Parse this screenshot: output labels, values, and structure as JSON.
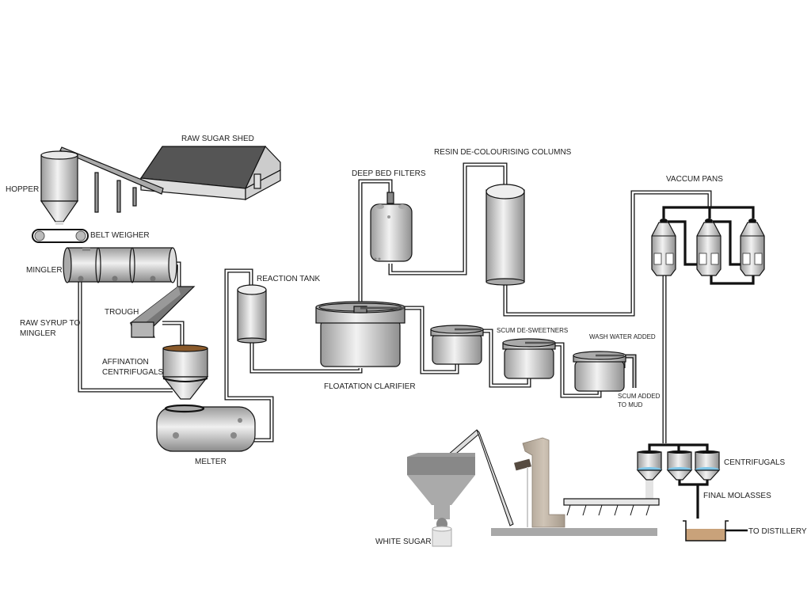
{
  "diagram": {
    "title": "Sugar refining process flow",
    "labels": {
      "raw_sugar_shed": "RAW SUGAR SHED",
      "hopper": "HOPPER",
      "belt_weigher": "BELT WEIGHER",
      "mingler": "MINGLER",
      "trough": "TROUGH",
      "raw_syrup_line1": "RAW SYRUP TO",
      "raw_syrup_line2": "MINGLER",
      "affination_line1": "AFFINATION",
      "affination_line2": "CENTRIFUGALS",
      "melter": "MELTER",
      "reaction_tank": "REACTION TANK",
      "deep_bed_filters": "DEEP BED FILTERS",
      "resin_columns": "RESIN DE-COLOURISING COLUMNS",
      "floatation_clarifier": "FLOATATION CLARIFIER",
      "scum_desweetners": "SCUM DE-SWEETNERS",
      "wash_water": "WASH WATER ADDED",
      "scum_mud_line1": "SCUM ADDED",
      "scum_mud_line2": "TO MUD",
      "vacuum_pans": "VACCUM PANS",
      "centrifugals": "CENTRIFUGALS",
      "final_molasses": "FINAL MOLASSES",
      "to_distillery": "TO DISTILLERY",
      "white_sugar": "WHITE SUGAR"
    },
    "colors": {
      "equipment_fill": "#d9d9d9",
      "shed_roof": "#555555",
      "molasses": "#c9a27a",
      "syrup_blue": "#7fc6e8",
      "elevator": "#b8ab9c",
      "floor": "#a8a8a8"
    }
  }
}
